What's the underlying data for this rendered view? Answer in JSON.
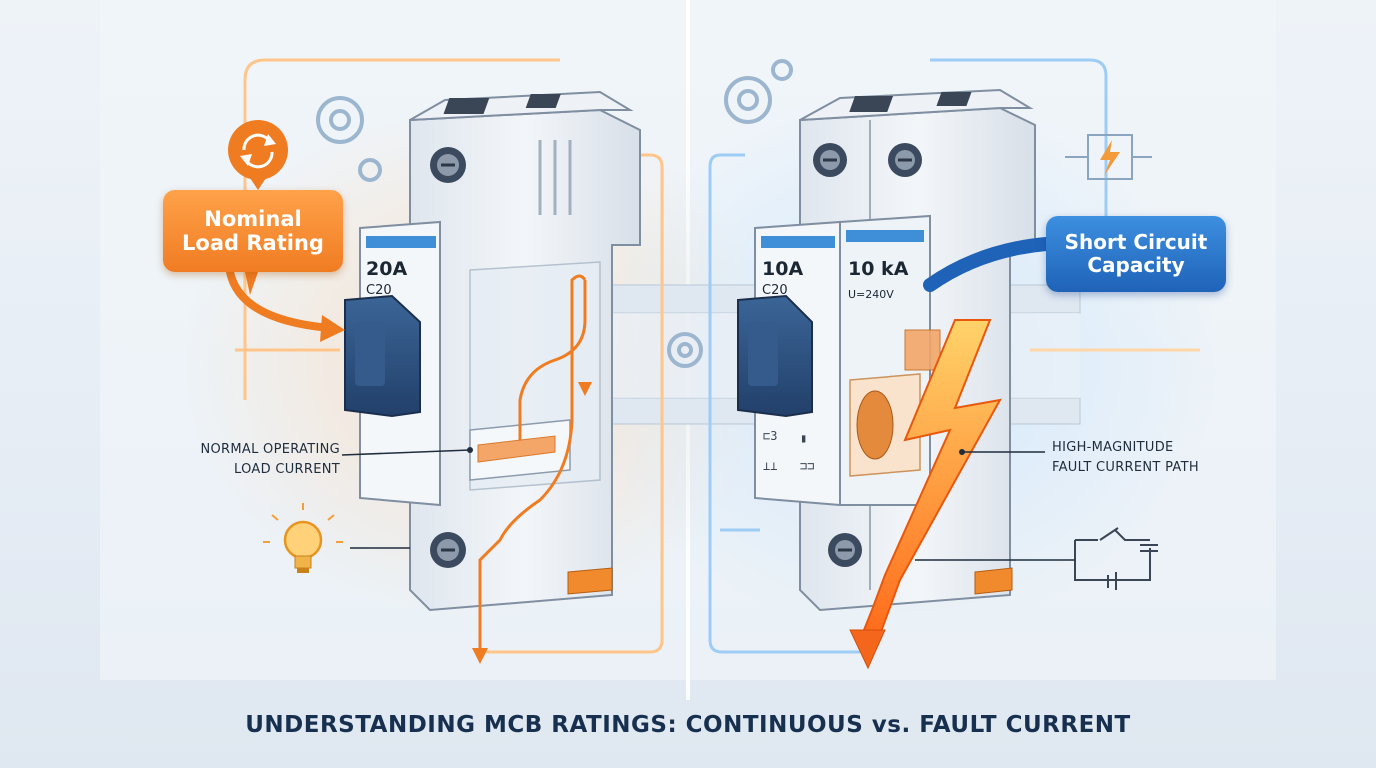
{
  "title": "UNDERSTANDING MCB RATINGS: CONTINUOUS vs. FAULT CURRENT",
  "callouts": {
    "nominal": {
      "line1": "Nominal",
      "line2": "Load Rating"
    },
    "short_circuit": {
      "line1": "Short Circuit",
      "line2": "Capacity"
    }
  },
  "labels": {
    "normal_current": {
      "line1": "NORMAL OPERATING",
      "line2": "LOAD CURRENT"
    },
    "fault_path": {
      "line1": "HIGH-MAGNITUDE",
      "line2": "FAULT CURRENT PATH"
    }
  },
  "breakers": {
    "left": {
      "rating": "20A",
      "curve": "C20"
    },
    "right": {
      "rating": "10A",
      "curve": "C20",
      "capacity": "10 kA",
      "voltage": "U=240V"
    }
  },
  "colors": {
    "orange": "#f07c22",
    "blue": "#1f63b8",
    "breaker_body": "#e9eef4",
    "handle": "#2c4f7c",
    "rating_band": "#3f8fd8"
  },
  "icons": [
    "refresh-icon",
    "gear-icon",
    "lightbulb-icon",
    "lightning-bolt-icon",
    "switch-circuit-icon"
  ]
}
